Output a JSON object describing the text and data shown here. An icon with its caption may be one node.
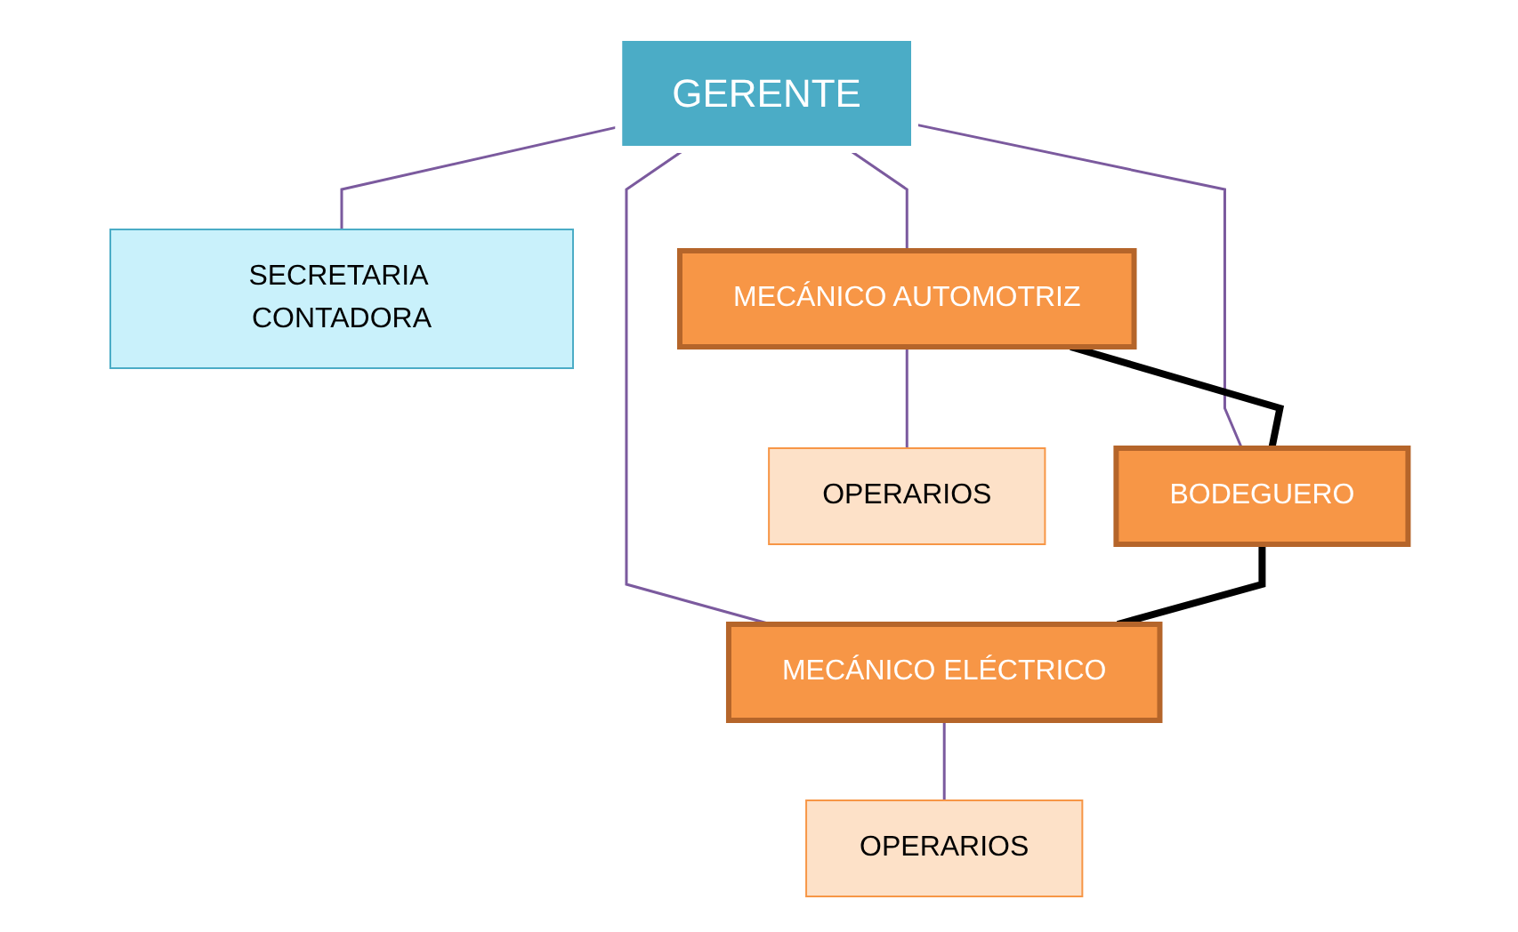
{
  "diagram": {
    "nodes": [
      {
        "text": [
          "GERENTE"
        ]
      },
      {
        "text": [
          "SECRETARIA CONTADORA"
        ]
      },
      {
        "text": [
          "MECÁNICO AUTOMOTRIZ"
        ]
      },
      {
        "text": [
          "BODEGUERO"
        ]
      },
      {
        "text": [
          "MECÁNICO ELÉCTRICO"
        ]
      },
      {
        "text": [
          "OPERARIOS"
        ]
      },
      {
        "text": [
          "OPERARIOS"
        ]
      }
    ],
    "edges": [
      {
        "from": 0,
        "to": 1,
        "arrow": "none"
      },
      {
        "from": 0,
        "to": 2,
        "arrow": "none"
      },
      {
        "from": 0,
        "to": 3,
        "arrow": "none"
      },
      {
        "from": 0,
        "to": 4,
        "arrow": "none"
      },
      {
        "from": 2,
        "to": 3,
        "arrow": "none",
        "style": "thick",
        "color": "#000000"
      },
      {
        "from": 3,
        "to": 4,
        "arrow": "none",
        "style": "thick",
        "color": "#000000"
      },
      {
        "from": 2,
        "to": 5,
        "arrow": "none"
      },
      {
        "from": 4,
        "to": 6,
        "arrow": "none"
      }
    ]
  }
}
